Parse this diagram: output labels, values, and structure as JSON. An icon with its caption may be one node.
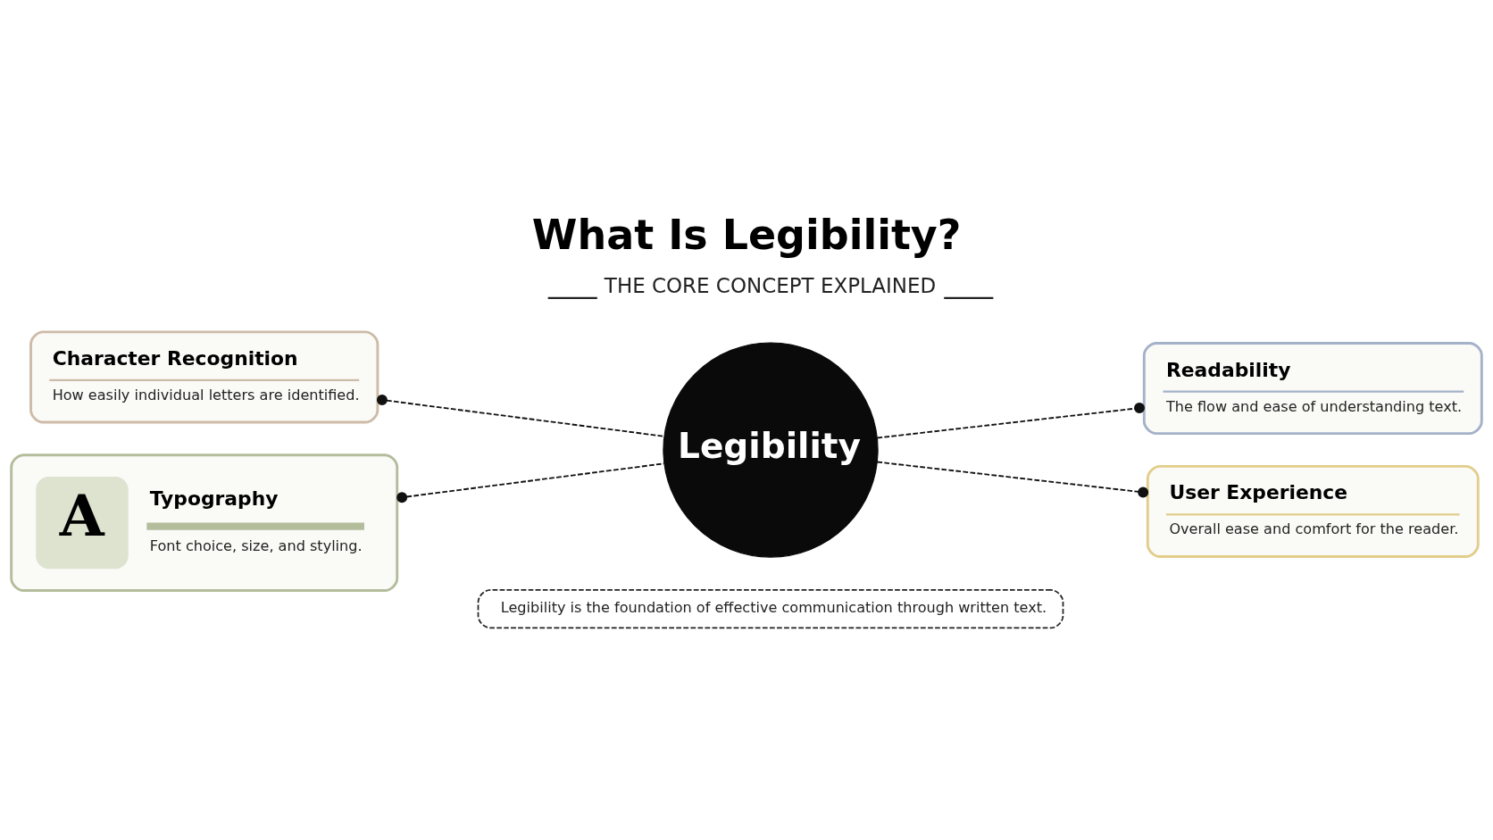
{
  "diagram": {
    "title": "What Is Legibility?",
    "nodes": [
      {
        "text": [
          "Character Recognition",
          "How easily individual letters are identified."
        ]
      },
      {
        "text": [
          "Legibility"
        ]
      },
      {
        "text": [
          "Readability",
          "The flow and ease of understanding text."
        ]
      },
      {
        "text": [
          "A",
          "Typography",
          "Font choice, size, and styling."
        ]
      },
      {
        "text": [
          "User Experience",
          "Overall ease and comfort for the reader."
        ]
      },
      {
        "text": [
          "Legibility is the foundation of effective communication through written text."
        ]
      }
    ],
    "edges": [
      {
        "from": 0,
        "to": 1,
        "arrow": "other",
        "style": "dashed"
      },
      {
        "from": 1,
        "to": 2,
        "arrow": "other",
        "style": "dashed"
      },
      {
        "from": 3,
        "to": 1,
        "arrow": "other",
        "style": "dashed"
      },
      {
        "from": 1,
        "to": 4,
        "arrow": "other",
        "style": "dashed"
      }
    ],
    "labels": [
      "THE CORE CONCEPT EXPLAINED"
    ]
  }
}
